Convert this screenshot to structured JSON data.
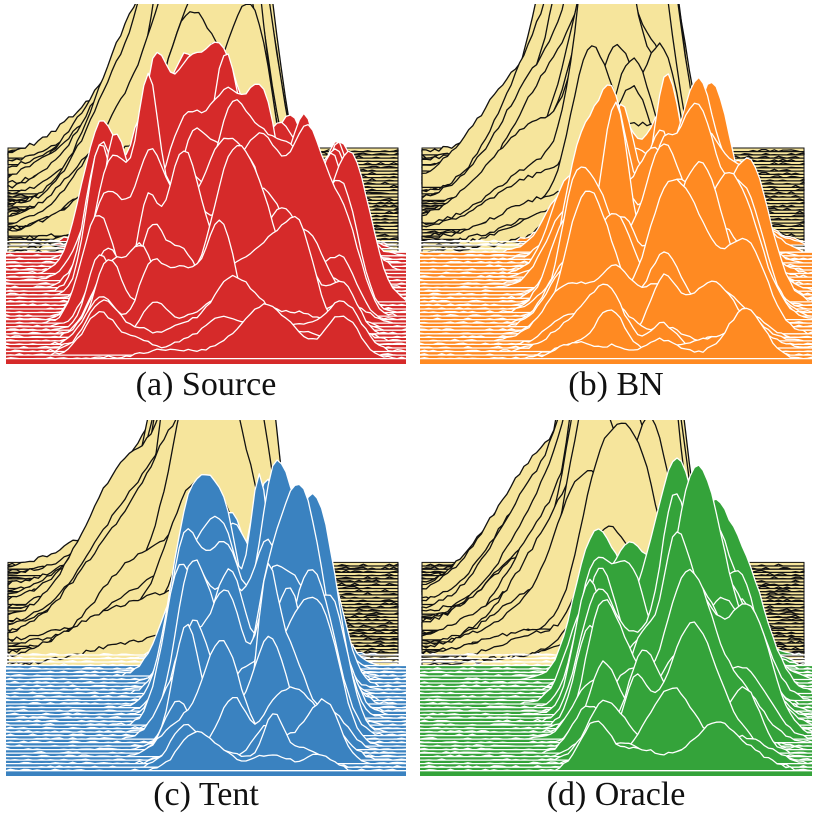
{
  "figure": {
    "panels": [
      {
        "id": "a",
        "caption": "(a) Source",
        "color": "#d62a2a",
        "line_color": "#ffffff"
      },
      {
        "id": "b",
        "caption": "(b) BN",
        "color": "#ff8a22",
        "line_color": "#ffffff"
      },
      {
        "id": "c",
        "caption": "(c) Tent",
        "color": "#3a82c0",
        "line_color": "#ffffff"
      },
      {
        "id": "d",
        "caption": "(d) Oracle",
        "color": "#34a33a",
        "line_color": "#ffffff"
      }
    ],
    "reference_fill": "#f6e59c",
    "reference_line": "#111111"
  },
  "chart_data": [
    {
      "type": "area",
      "subtype": "ridgeline",
      "caption": "(a) Source",
      "series": [
        {
          "role": "reference",
          "color": "#f6e59c",
          "peaks": [
            [
              0.33,
              0.12,
              0.55
            ],
            [
              0.45,
              0.06,
              0.9
            ],
            [
              0.52,
              0.05,
              1.0
            ],
            [
              0.58,
              0.06,
              0.8
            ],
            [
              0.64,
              0.05,
              0.6
            ]
          ]
        },
        {
          "role": "test-time",
          "color": "#d62a2a",
          "peaks": [
            [
              0.25,
              0.04,
              0.9
            ],
            [
              0.35,
              0.03,
              0.85
            ],
            [
              0.45,
              0.05,
              1.0
            ],
            [
              0.55,
              0.04,
              0.95
            ],
            [
              0.64,
              0.05,
              0.85
            ],
            [
              0.74,
              0.04,
              0.8
            ],
            [
              0.84,
              0.04,
              0.7
            ]
          ]
        }
      ]
    },
    {
      "type": "area",
      "subtype": "ridgeline",
      "caption": "(b) BN",
      "series": [
        {
          "role": "reference",
          "color": "#f6e59c",
          "peaks": [
            [
              0.33,
              0.12,
              0.55
            ],
            [
              0.45,
              0.06,
              0.9
            ],
            [
              0.52,
              0.05,
              1.0
            ],
            [
              0.58,
              0.06,
              0.8
            ],
            [
              0.64,
              0.05,
              0.6
            ]
          ]
        },
        {
          "role": "test-time",
          "color": "#ff8a22",
          "peaks": [
            [
              0.4,
              0.05,
              0.7
            ],
            [
              0.5,
              0.04,
              0.85
            ],
            [
              0.62,
              0.04,
              1.0
            ],
            [
              0.72,
              0.05,
              0.9
            ],
            [
              0.82,
              0.05,
              0.75
            ]
          ]
        }
      ]
    },
    {
      "type": "area",
      "subtype": "ridgeline",
      "caption": "(c) Tent",
      "series": [
        {
          "role": "reference",
          "color": "#f6e59c",
          "peaks": [
            [
              0.33,
              0.12,
              0.55
            ],
            [
              0.45,
              0.06,
              0.9
            ],
            [
              0.52,
              0.05,
              1.0
            ],
            [
              0.58,
              0.06,
              0.8
            ],
            [
              0.64,
              0.05,
              0.6
            ]
          ]
        },
        {
          "role": "test-time",
          "color": "#3a82c0",
          "peaks": [
            [
              0.45,
              0.04,
              0.8
            ],
            [
              0.55,
              0.04,
              0.95
            ],
            [
              0.65,
              0.03,
              1.0
            ],
            [
              0.72,
              0.04,
              0.9
            ],
            [
              0.8,
              0.04,
              0.75
            ]
          ]
        }
      ]
    },
    {
      "type": "area",
      "subtype": "ridgeline",
      "caption": "(d) Oracle",
      "series": [
        {
          "role": "reference",
          "color": "#f6e59c",
          "peaks": [
            [
              0.33,
              0.12,
              0.55
            ],
            [
              0.45,
              0.06,
              0.9
            ],
            [
              0.52,
              0.05,
              1.0
            ],
            [
              0.58,
              0.06,
              0.8
            ],
            [
              0.64,
              0.05,
              0.6
            ]
          ]
        },
        {
          "role": "test-time",
          "color": "#34a33a",
          "peaks": [
            [
              0.45,
              0.04,
              0.7
            ],
            [
              0.55,
              0.04,
              0.9
            ],
            [
              0.65,
              0.04,
              1.0
            ],
            [
              0.73,
              0.04,
              0.9
            ],
            [
              0.82,
              0.05,
              0.7
            ]
          ]
        }
      ]
    }
  ]
}
